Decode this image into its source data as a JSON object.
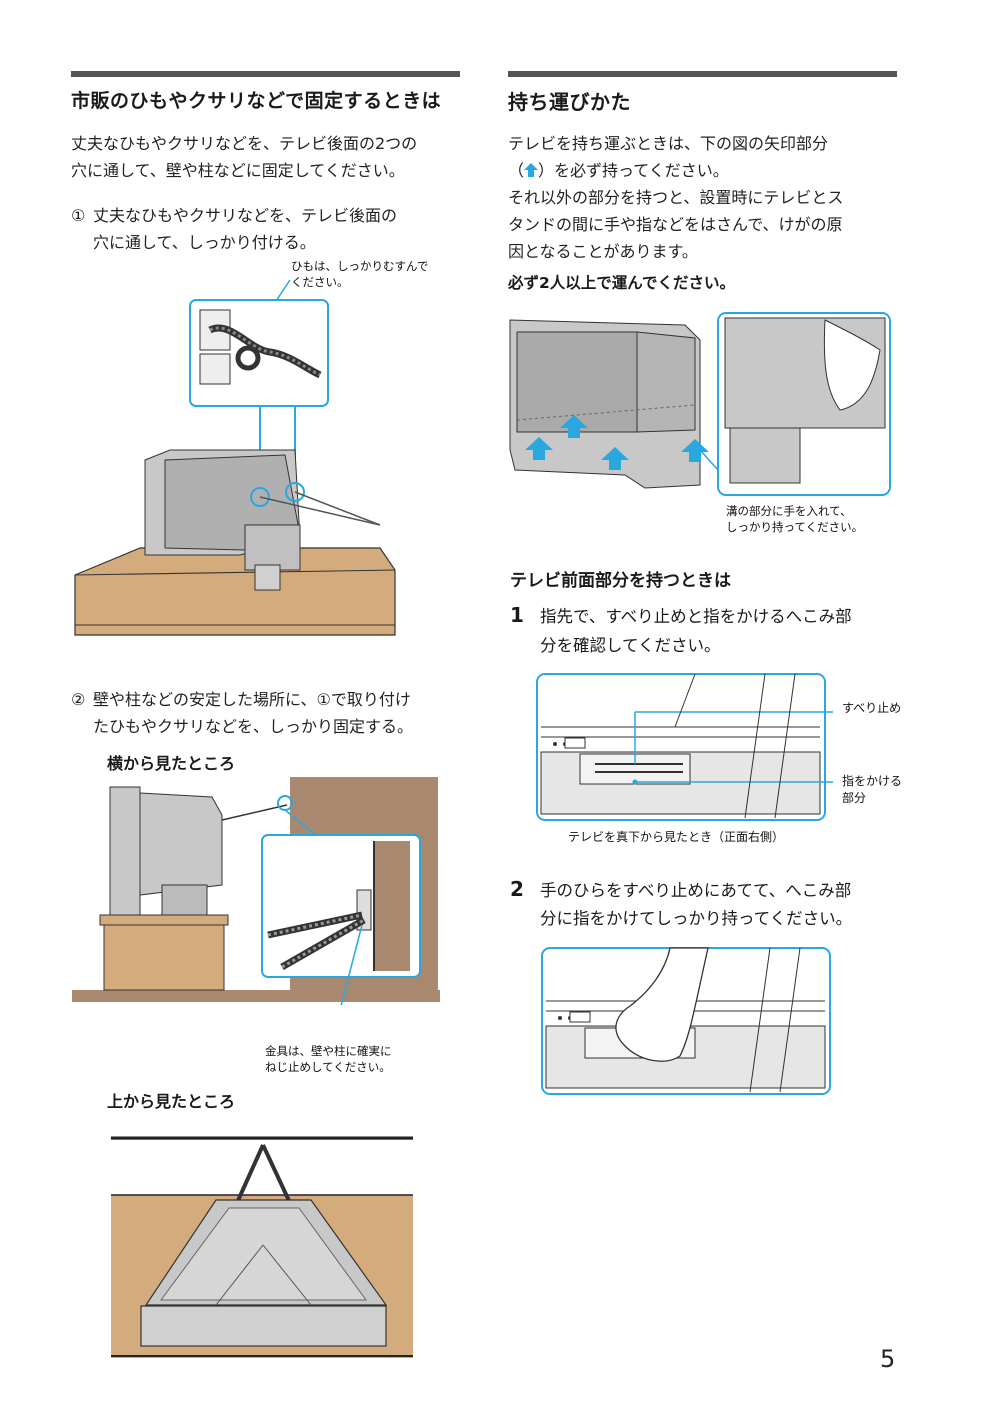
{
  "left": {
    "heading": "市販のひもやクサリなどで固定するときは",
    "intro_line1": "丈夫なひもやクサリなどを、テレビ後面の2つの",
    "intro_line2": "穴に通して、壁や柱などに固定してください。",
    "step1_marker": "①",
    "step1_line1": "丈夫なひもやクサリなどを、テレビ後面の",
    "step1_line2": "穴に通して、しっかり付ける。",
    "note_knot_line1": "ひもは、しっかりむすんで",
    "note_knot_line2": "ください。",
    "step2_marker": "②",
    "step2_line1": "壁や柱などの安定した場所に、①で取り付け",
    "step2_line2": "たひもやクサリなどを、しっかり固定する。",
    "side_view_label": "横から見たところ",
    "note_bracket_line1": "金具は、壁や柱に確実に",
    "note_bracket_line2": "ねじ止めしてください。",
    "top_view_label": "上から見たところ"
  },
  "right": {
    "heading": "持ち運びかた",
    "para_line1": "テレビを持ち運ぶときは、下の図の矢印部分",
    "para_line2_pre": "（",
    "para_line2_post": "）を必ず持ってください。",
    "para_line3": "それ以外の部分を持つと、設置時にテレビとス",
    "para_line4": "タンドの間に手や指などをはさんで、けがの原",
    "para_line5": "因となることがあります。",
    "warning": "必ず2人以上で運んでください。",
    "groove_note_line1": "溝の部分に手を入れて、",
    "groove_note_line2": "しっかり持ってください。",
    "front_heading": "テレビ前面部分を持つときは",
    "step1_num": "1",
    "step1_line1": "指先で、すべり止めと指をかけるへこみ部",
    "step1_line2": "分を確認してください。",
    "label_nonslip": "すべり止め",
    "label_finger_line1": "指をかける",
    "label_finger_line2": "部分",
    "caption_bottom": "テレビを真下から見たとき（正面右側）",
    "step2_num": "2",
    "step2_line1": "手のひらをすべり止めにあてて、へこみ部",
    "step2_line2": "分に指をかけてしっかり持ってください。"
  },
  "page_number": "5",
  "colors": {
    "accent": "#29a8e0",
    "rule": "#555555",
    "wood": "#d4ab7c",
    "wall": "#a8886e"
  }
}
